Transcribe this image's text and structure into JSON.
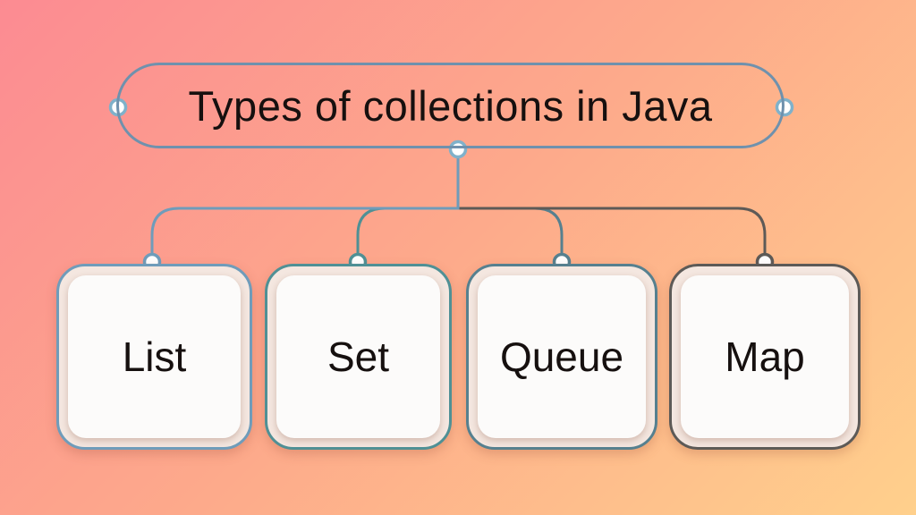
{
  "diagram": {
    "title": "Types of collections in Java",
    "nodes": [
      {
        "label": "List",
        "color": "#6f9cba"
      },
      {
        "label": "Set",
        "color": "#4f9095"
      },
      {
        "label": "Queue",
        "color": "#56808f"
      },
      {
        "label": "Map",
        "color": "#5d5a57"
      }
    ],
    "colors": {
      "background_gradient_start": "#fc8b92",
      "background_gradient_mid": "#fda98b",
      "background_gradient_end": "#ffd08c",
      "title_border": "#6f91ad",
      "title_connector_dot_ring": "#7fb1ca",
      "card_frame_bg": "#f4e7e0",
      "card_inner_bg": "#fcfbfa",
      "text": "#16100f"
    }
  }
}
